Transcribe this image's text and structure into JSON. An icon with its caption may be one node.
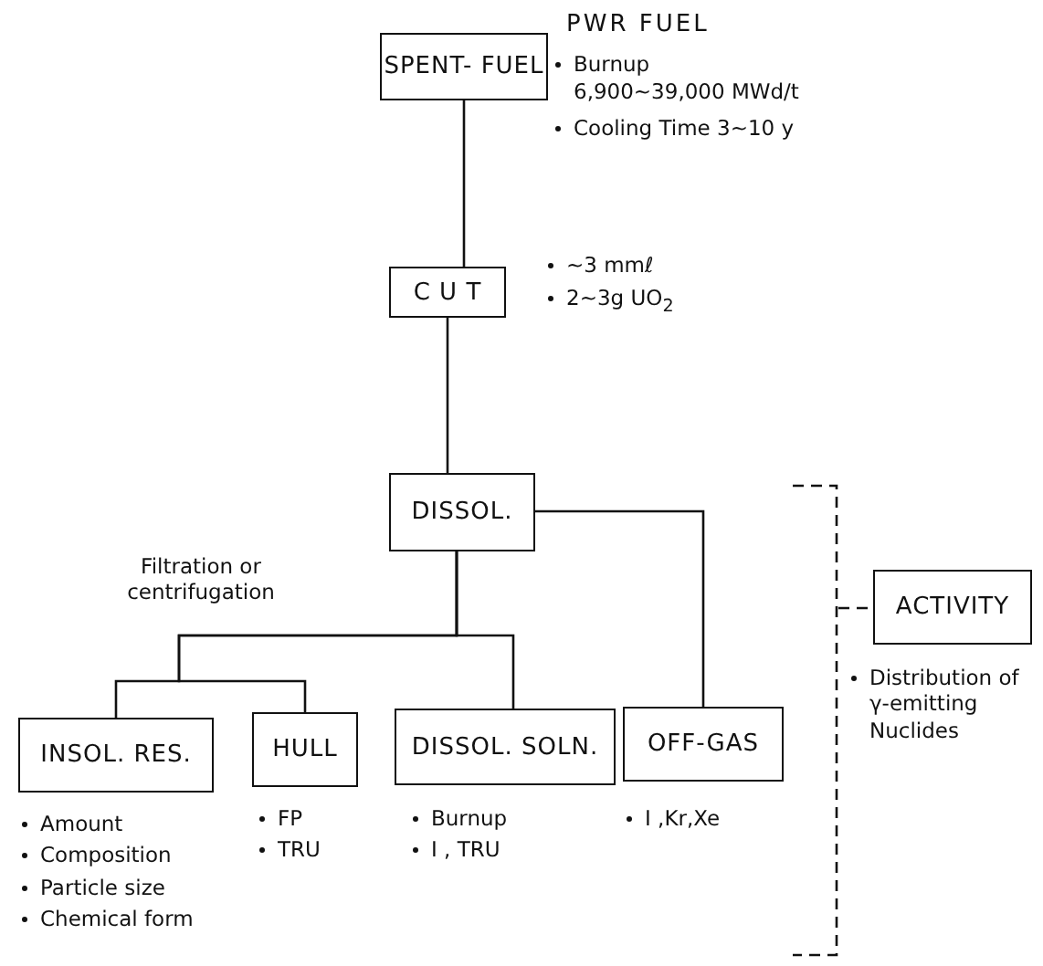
{
  "diagram": {
    "nodes": [
      {
        "text": [
          "SPENT- FUEL"
        ],
        "beside": [
          "PWR FUEL",
          "Burnup 6,900~39,000 MWd/t",
          "Cooling Time 3~10 y"
        ]
      },
      {
        "text": [
          "C U T"
        ],
        "beside": [
          "~3 mmℓ",
          "2~3g UO$_{2}$"
        ]
      },
      {
        "text": [
          "DISSOL."
        ]
      },
      {
        "text": [
          "INSOL. RES."
        ],
        "beside": [
          "Amount",
          "Composition",
          "Particle size",
          "Chemical form"
        ]
      },
      {
        "text": [
          "HULL"
        ],
        "beside": [
          "FP",
          "TRU"
        ]
      },
      {
        "text": [
          "DISSOL. SOLN."
        ],
        "beside": [
          "Burnup",
          "I , TRU"
        ]
      },
      {
        "text": [
          "OFF-GAS"
        ],
        "beside": [
          "I ,Kr,Xe"
        ]
      },
      {
        "text": [
          "ACTIVITY"
        ],
        "beside": [
          "Distribution of γ-emitting Nuclides"
        ]
      },
      {
        "text": [],
        "shape": "bracket"
      }
    ],
    "edges": [
      {
        "from": 0,
        "to": 1,
        "arrow": "none"
      },
      {
        "from": 1,
        "to": 2,
        "arrow": "none"
      },
      {
        "from": 2,
        "to": 3,
        "arrow": "none"
      },
      {
        "from": 2,
        "to": 4,
        "arrow": "none"
      },
      {
        "from": 2,
        "to": 5,
        "arrow": "none"
      },
      {
        "from": 2,
        "to": 6,
        "arrow": "none"
      },
      {
        "from": 8,
        "to": 7,
        "arrow": "none",
        "style": "dashed"
      }
    ],
    "labels": [
      "Filtration or centrifugation"
    ]
  }
}
